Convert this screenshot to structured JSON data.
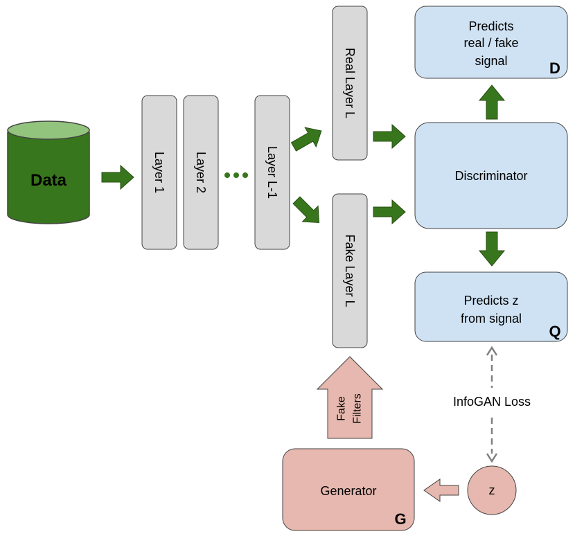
{
  "data_cylinder": {
    "label": "Data"
  },
  "layers": {
    "layer1": "Layer 1",
    "layer2": "Layer 2",
    "layer_l_minus_1": "Layer L-1",
    "real_layer": "Real Layer L",
    "fake_layer": "Fake Layer L"
  },
  "discriminator_head": {
    "line1": "Predicts",
    "line2": "real / fake",
    "line3": "signal",
    "tag": "D"
  },
  "discriminator": {
    "label": "Discriminator"
  },
  "q_head": {
    "line1": "Predicts z",
    "line2": "from signal",
    "tag": "Q"
  },
  "generator": {
    "label": "Generator",
    "tag": "G"
  },
  "fake_filters": {
    "line1": "Fake",
    "line2": "Filters"
  },
  "latent": {
    "label": "z"
  },
  "loss": {
    "label": "InfoGAN Loss"
  },
  "colors": {
    "green_fill": "#38761d",
    "green_top": "#93c47d",
    "layer_fill": "#d9d9d9",
    "blue_fill": "#cfe2f3",
    "pink_fill": "#e6b8af",
    "dark_stroke": "#434343",
    "dashed": "#808080"
  }
}
